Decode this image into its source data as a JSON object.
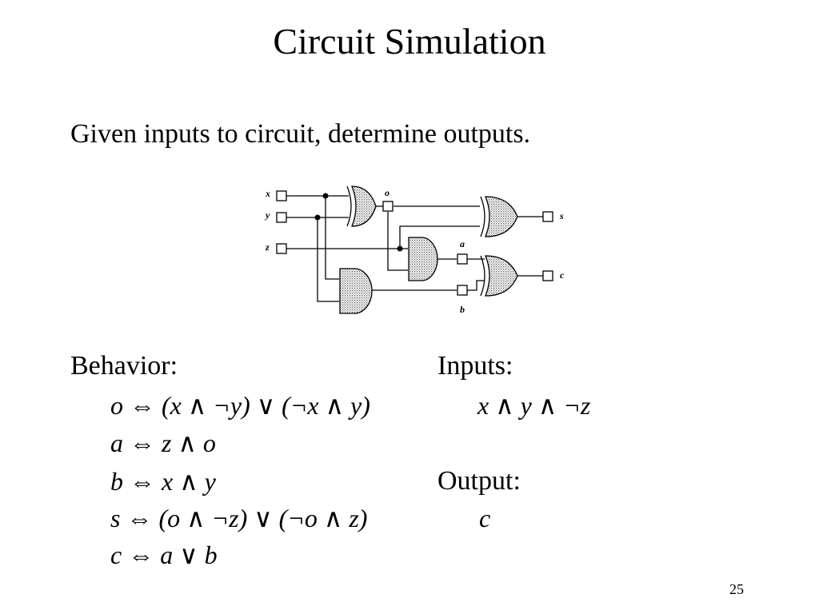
{
  "slide": {
    "title": "Circuit Simulation",
    "intro": "Given inputs to circuit, determine outputs.",
    "page_number": "25"
  },
  "circuit": {
    "pins": {
      "x": "x",
      "y": "y",
      "z": "z",
      "o": "o",
      "a": "a",
      "b": "b",
      "s": "s",
      "c": "c"
    }
  },
  "behavior": {
    "heading": "Behavior:",
    "equations": [
      "o ⇔ (x ∧ ¬y) ∨ (¬x ∧ y)",
      "a ⇔ z ∧ o",
      "b ⇔ x ∧ y",
      "s ⇔ (o ∧ ¬z) ∨ (¬o ∧ z)",
      "c ⇔ a ∨ b"
    ]
  },
  "inputs": {
    "heading": "Inputs:",
    "value": "x ∧ y ∧ ¬z"
  },
  "output": {
    "heading": "Output:",
    "value": "c"
  }
}
